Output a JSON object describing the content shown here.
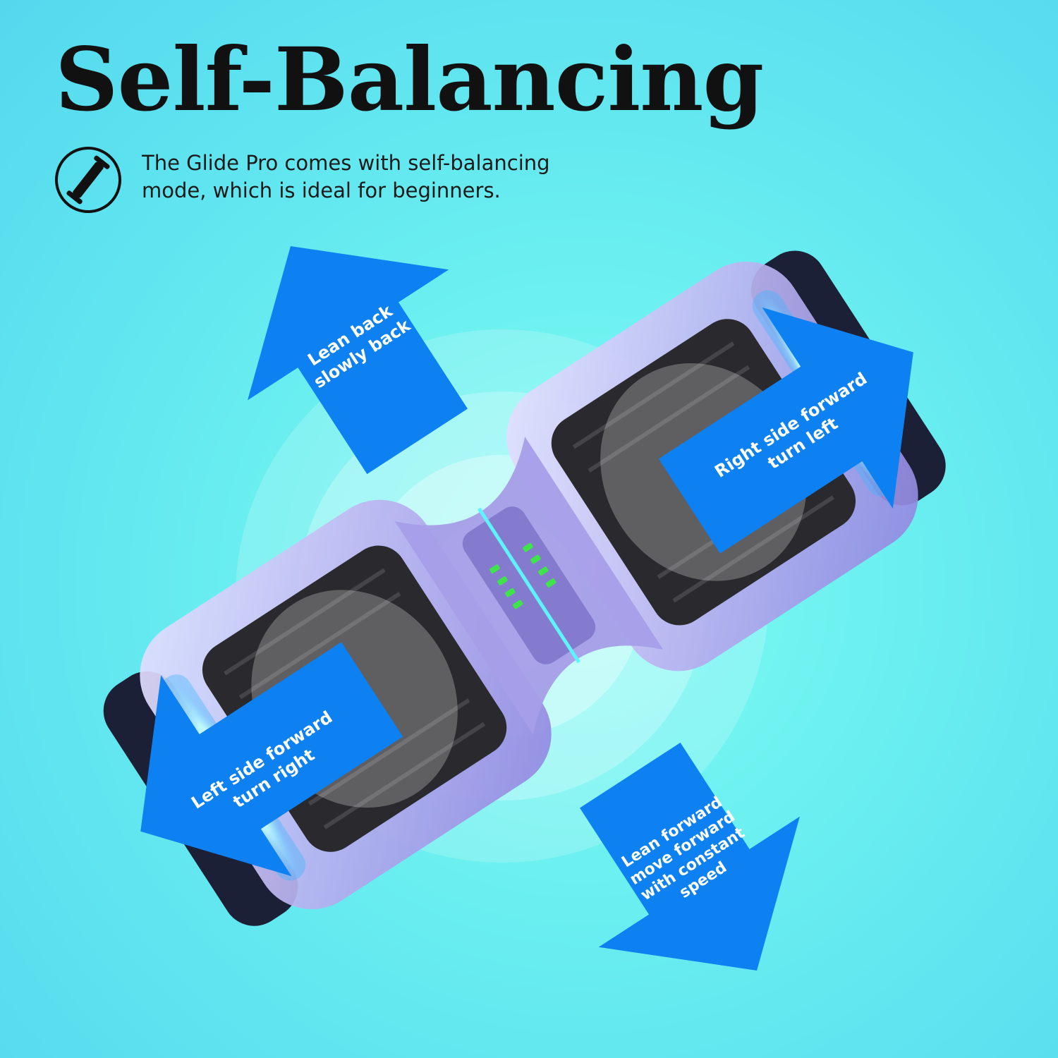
{
  "title": "Self-Balancing",
  "description": {
    "icon": "hoverboard-icon",
    "line1": "The Glide Pro comes with self-balancing",
    "line2": "mode, which is ideal for beginners."
  },
  "arrows": {
    "lean_back": {
      "line1": "Lean back",
      "line2": "slowly back"
    },
    "right_side": {
      "line1": "Right side forward",
      "line2": "turn left"
    },
    "left_side": {
      "line1": "Left side forward",
      "line2": "turn right"
    },
    "lean_forward": {
      "line1": "Lean forward",
      "line2": "move forward",
      "line3": "with constant",
      "line4": "speed"
    }
  },
  "colors": {
    "background": "#6cf0f0",
    "arrow": "#0d80f2",
    "board_body": "#c9c2f5",
    "wheel": "#1b2036",
    "led": "#3fe34a"
  }
}
